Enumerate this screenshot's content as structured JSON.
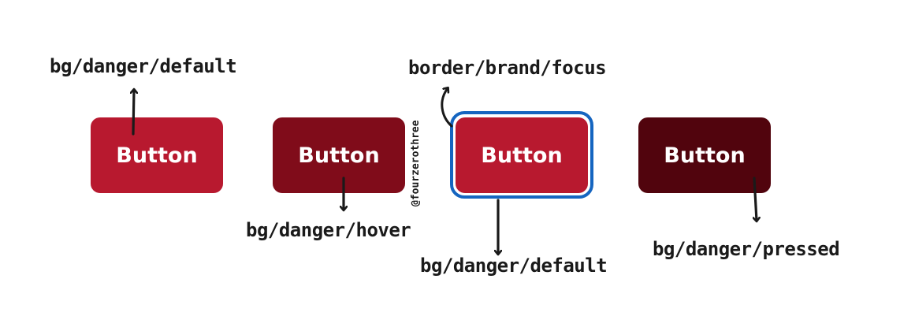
{
  "colors": {
    "danger_default": "#b8192f",
    "danger_hover": "#800c1a",
    "danger_pressed": "#51040d",
    "brand_focus": "#1565c0",
    "ink": "#1a1a1a"
  },
  "buttons": [
    {
      "label": "Button",
      "state": "default"
    },
    {
      "label": "Button",
      "state": "hover"
    },
    {
      "label": "Button",
      "state": "focus"
    },
    {
      "label": "Button",
      "state": "pressed"
    }
  ],
  "labels": {
    "default_top": "bg/danger/default",
    "hover": "bg/danger/hover",
    "focus_border": "border/brand/focus",
    "focus_bg": "bg/danger/default",
    "pressed": "bg/danger/pressed"
  },
  "watermark": "@fourzerothree"
}
